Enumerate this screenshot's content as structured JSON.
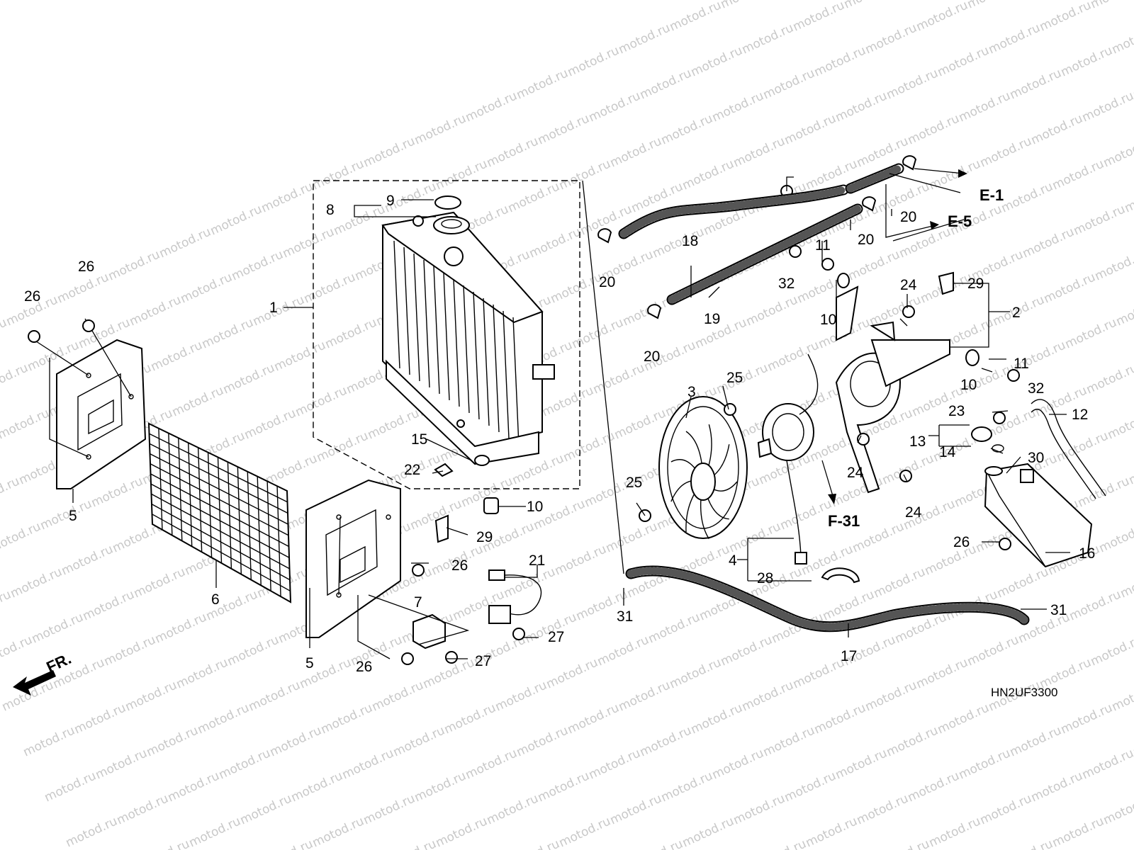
{
  "watermark": "motod.ru",
  "diagram_code": "HN2UF3300",
  "front_marker": "FR.",
  "references": {
    "e1": "E-1",
    "e5": "E-5",
    "f31": "F-31"
  },
  "callouts": {
    "c1": "1",
    "c2": "2",
    "c3": "3",
    "c4": "4",
    "c5a": "5",
    "c5b": "5",
    "c6": "6",
    "c7": "7",
    "c8": "8",
    "c9": "9",
    "c10a": "10",
    "c10b": "10",
    "c10c": "10",
    "c11a": "11",
    "c11b": "11",
    "c12": "12",
    "c13": "13",
    "c14": "14",
    "c15": "15",
    "c16": "16",
    "c17": "17",
    "c18": "18",
    "c19": "19",
    "c20a": "20",
    "c20b": "20",
    "c20c": "20",
    "c20d": "20",
    "c21": "21",
    "c22": "22",
    "c23": "23",
    "c24a": "24",
    "c24b": "24",
    "c24c": "24",
    "c25a": "25",
    "c25b": "25",
    "c26a": "26",
    "c26b": "26",
    "c26c": "26",
    "c26d": "26",
    "c26e": "26",
    "c27a": "27",
    "c27b": "27",
    "c28": "28",
    "c29a": "29",
    "c29b": "29",
    "c30": "30",
    "c31a": "31",
    "c31b": "31",
    "c32a": "32",
    "c32b": "32"
  }
}
